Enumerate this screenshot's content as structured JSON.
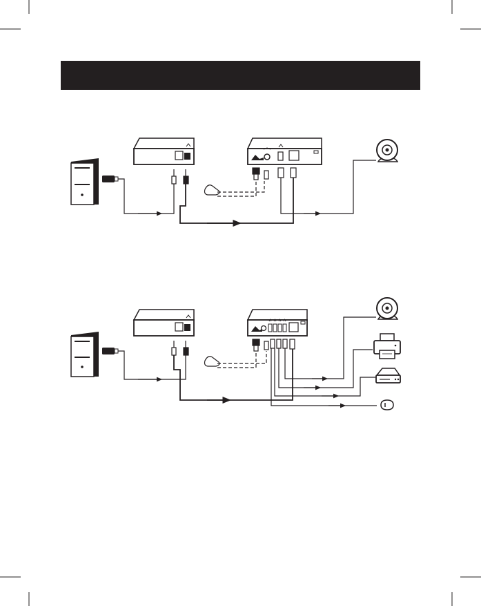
{
  "page": {
    "header_bar": {
      "text": "",
      "color": "#231f20"
    },
    "background": "#ffffff"
  },
  "diagrams": [
    {
      "id": "single-usb-connection",
      "devices": [
        "computer-icon",
        "transmitter-unit",
        "power-adapter-icon",
        "receiver-unit",
        "webcam-icon"
      ],
      "receiver_usb_ports": 1
    },
    {
      "id": "multi-usb-connection",
      "devices": [
        "computer-icon",
        "transmitter-unit",
        "power-adapter-icon",
        "receiver-unit",
        "webcam-icon",
        "printer-icon",
        "external-drive-icon",
        "mouse-icon"
      ],
      "receiver_usb_ports": 4
    }
  ],
  "icons": [
    "computer-icon",
    "webcam-icon",
    "printer-icon",
    "external-drive-icon",
    "mouse-icon",
    "usb-symbol-icon",
    "power-symbol-icon",
    "ethernet-port-icon",
    "usb-b-port-icon",
    "arrow-icon",
    "crop-mark-icon"
  ]
}
